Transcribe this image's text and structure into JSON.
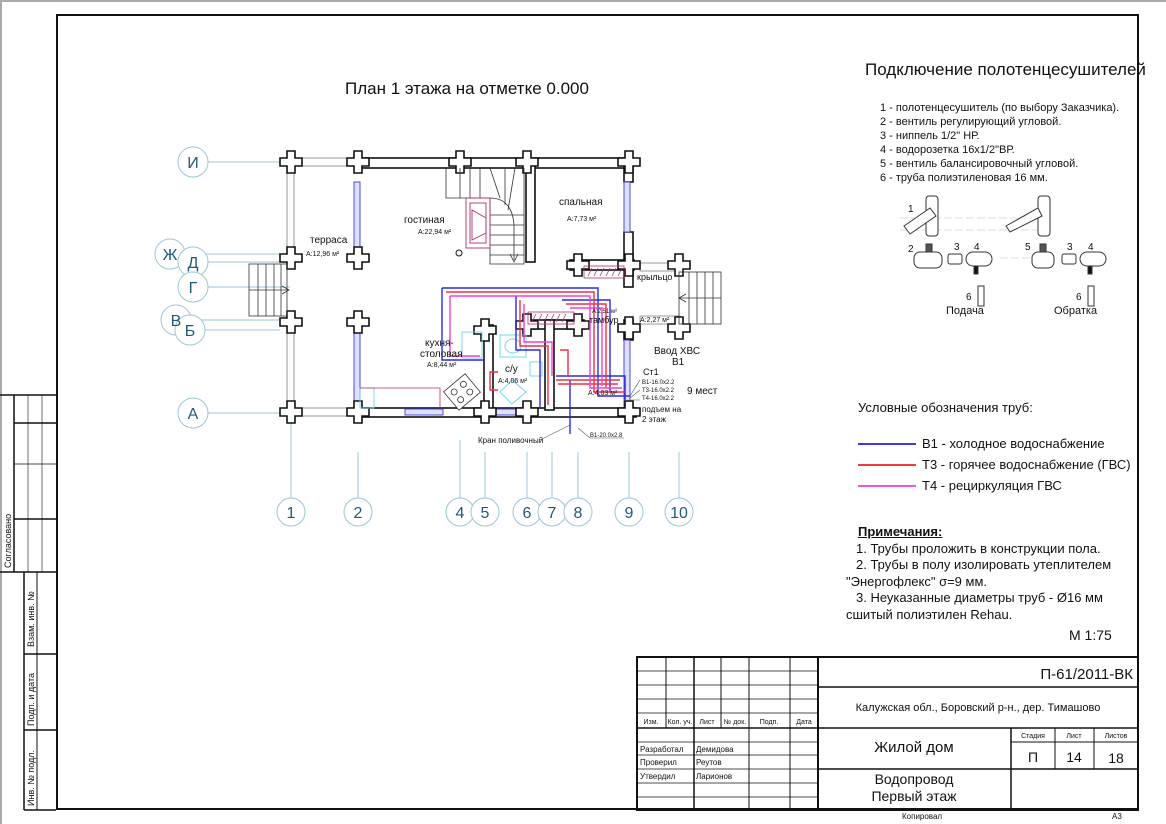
{
  "plan": {
    "title": "План 1 этажа на отметке 0.000",
    "axes_letters": [
      "И",
      "Ж",
      "Д",
      "Г",
      "В",
      "Б",
      "А"
    ],
    "axes_numbers": [
      "1",
      "2",
      "4",
      "5",
      "6",
      "7",
      "8",
      "9",
      "10"
    ],
    "rooms": [
      {
        "name": "терраса",
        "area": "А:12,96 м²"
      },
      {
        "name": "гостиная",
        "area": "А:22,94 м²"
      },
      {
        "name": "спальная",
        "area": "А:7,73 м²"
      },
      {
        "name": "кухня-",
        "name2": "столовая",
        "area": "А:8,44 м²"
      },
      {
        "name": "с/у",
        "area": "А:4,06 м²"
      },
      {
        "name": "тамбур",
        "area": "А:2,51 м²"
      },
      {
        "name": "крыльцо",
        "area": "А:2,27 м²"
      }
    ],
    "labels": {
      "input": "Ввод ХВС",
      "input_code": "В1",
      "riser": "Ст1",
      "riser_b1": "В1-16.0x2.2",
      "riser_t3": "Т3-16.0x2.2",
      "riser_t4": "Т4-16.0x2.2",
      "places": "9 мест",
      "lift1": "подъем на",
      "lift2": "2 этаж",
      "tap": "Кран поливочный",
      "pipe_main": "В1-20.0x2.8",
      "corridor_area": "А:4,03 м²"
    }
  },
  "towel_dryer": {
    "title": "Подключение полотенцесушителей",
    "items": [
      "1 - полотенцесушитель (по выбору Заказчика).",
      "2 - вентиль регулирующий угловой.",
      "3 - ниппель 1/2\" НР.",
      "4 - водорозетка 16х1/2\"ВР.",
      "5 - вентиль балансировочный угловой.",
      "6 - труба полиэтиленовая 16 мм."
    ],
    "numbers": [
      "1",
      "2",
      "3",
      "4",
      "5",
      "3",
      "4",
      "6",
      "6"
    ],
    "supply": "Подача",
    "return": "Обратка"
  },
  "legend": {
    "title": "Условные обозначения  труб:",
    "items": [
      {
        "label": "В1 - холодное водоснабжение",
        "color": "#3a3ae0"
      },
      {
        "label": "Т3 - горячее водоснабжение (ГВС)",
        "color": "#f03c3c"
      },
      {
        "label": "Т4 - рециркуляция ГВС",
        "color": "#ee55dd"
      }
    ]
  },
  "notes": {
    "heading": "Примечания:",
    "lines": [
      "1. Трубы проложить в конструкции пола.",
      "2. Трубы в полу изолировать утеплителем",
      "\"Энергофлекс\" σ=9 мм.",
      "3. Неуказанные диаметры труб - Ø16 мм",
      "сшитый полиэтилен Rehau."
    ],
    "scale": "М 1:75"
  },
  "title_block": {
    "code": "П-61/2011-ВК",
    "address": "Калужская обл., Боровский р-н., дер. Тимашово",
    "object": "Жилой дом",
    "sheet_title_1": "Водопровод",
    "sheet_title_2": "Первый этаж",
    "headers": [
      "Изм.",
      "Кол. уч.",
      "Лист",
      "№ док.",
      "Подп.",
      "Дата"
    ],
    "stage_label": "Стадия",
    "sheet_label": "Лист",
    "sheets_label": "Листов",
    "stage": "П",
    "sheet": "14",
    "sheets": "18",
    "people": [
      {
        "role": "Разработал",
        "name": "Демидова"
      },
      {
        "role": "Проверил",
        "name": "Реутов"
      },
      {
        "role": "Утвердил",
        "name": "Ларионов"
      }
    ]
  },
  "stamp": {
    "agreed": "Согласовано",
    "vzam": "Взам. инв. №",
    "podp": "Подп. и дата",
    "inv": "Инв. № подл."
  },
  "footer": {
    "copied": "Копировал",
    "format": "А3"
  }
}
